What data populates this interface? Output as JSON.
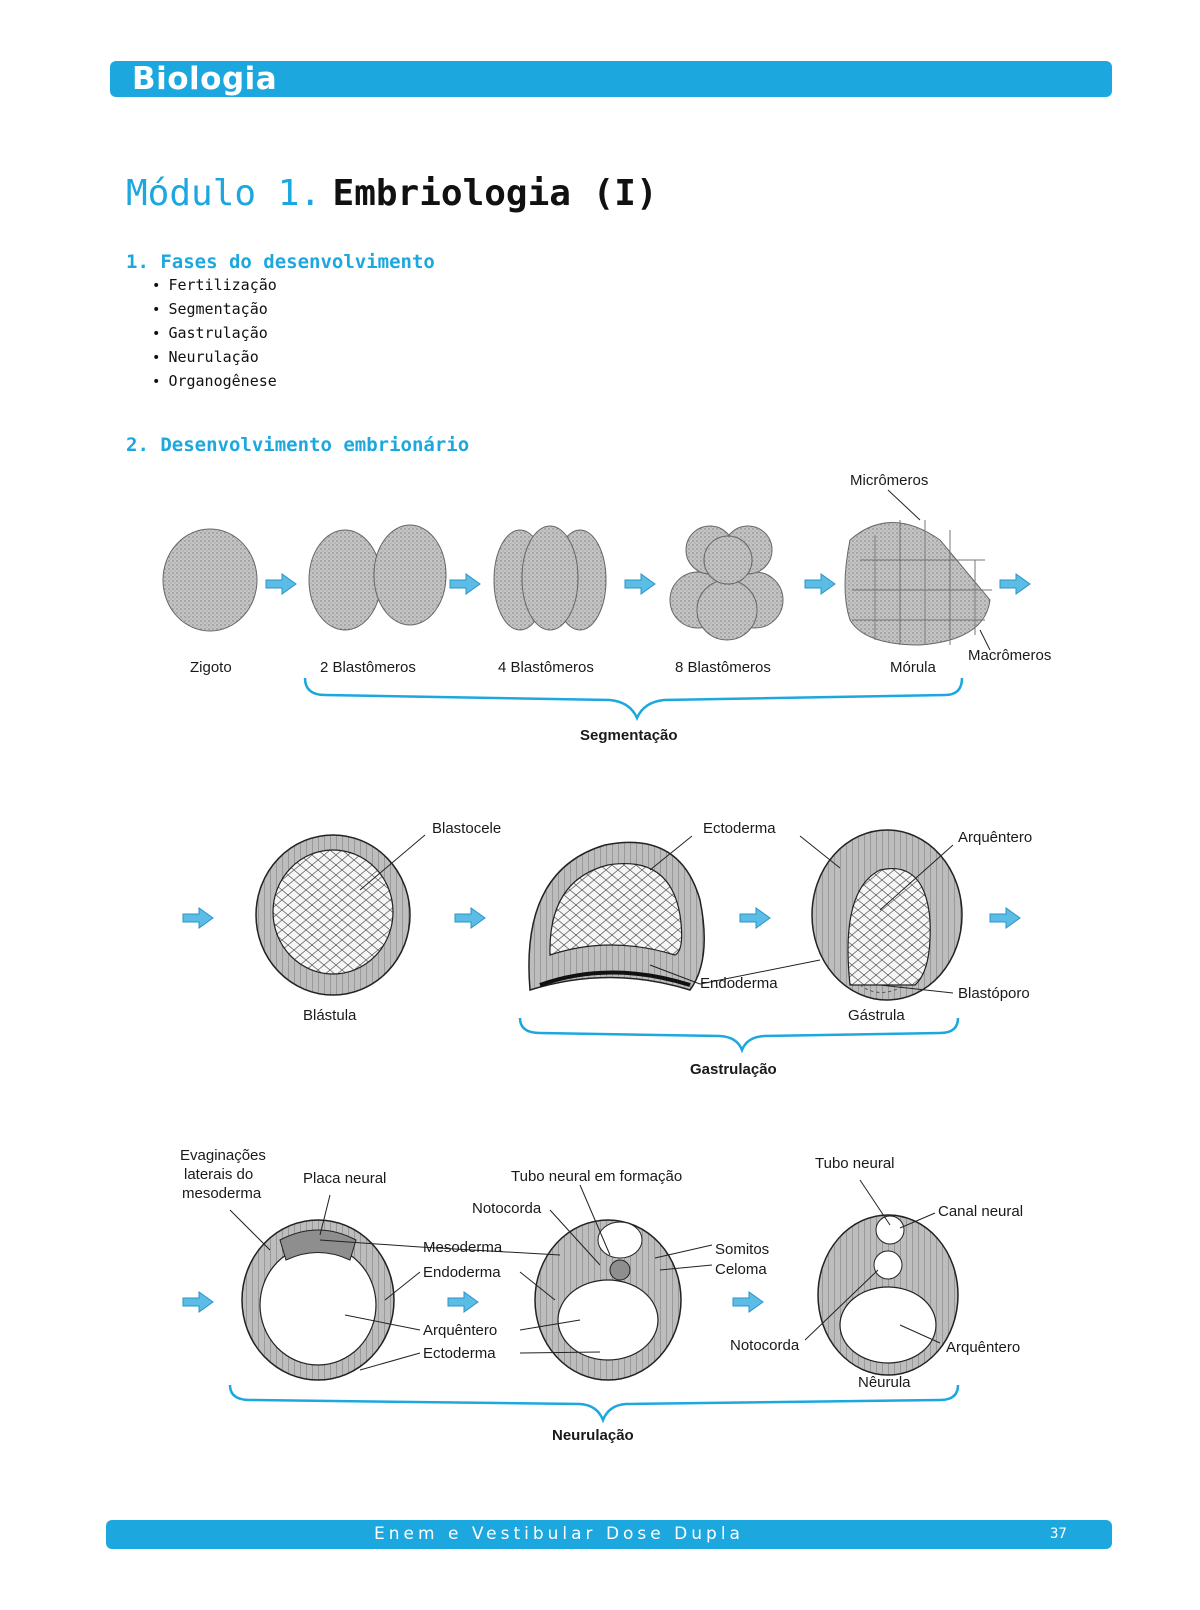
{
  "header": {
    "subject": "Biologia"
  },
  "module": {
    "number_label": "Módulo 1.",
    "name": "Embriologia (I)"
  },
  "section1": {
    "title": "1. Fases do desenvolvimento",
    "items": [
      "Fertilização",
      "Segmentação",
      "Gastrulação",
      "Neurulação",
      "Organogênese"
    ]
  },
  "section2": {
    "title": "2. Desenvolvimento embrionário"
  },
  "segmentation": {
    "stages": [
      "Zigoto",
      "2 Blastômeros",
      "4 Blastômeros",
      "8 Blastômeros",
      "Mórula"
    ],
    "micromeros": "Micrômeros",
    "macromeros": "Macrômeros",
    "brace_label": "Segmentação"
  },
  "gastrulation": {
    "blastula": "Blástula",
    "blastocele": "Blastocele",
    "ectoderma": "Ectoderma",
    "endoderma": "Endoderma",
    "arquentero": "Arquêntero",
    "blastoporo": "Blastóporo",
    "gastrula": "Gástrula",
    "brace_label": "Gastrulação"
  },
  "neurulation": {
    "evaginacoes": [
      "Evaginações",
      "laterais do",
      "mesoderma"
    ],
    "placa_neural": "Placa neural",
    "mesoderma": "Mesoderma",
    "endoderma": "Endoderma",
    "arquentero": "Arquêntero",
    "ectoderma": "Ectoderma",
    "tubo_formacao": "Tubo neural em formação",
    "notocorda": "Notocorda",
    "somitos": "Somitos",
    "celoma": "Celoma",
    "tubo_neural": "Tubo neural",
    "canal_neural": "Canal neural",
    "notocorda2": "Notocorda",
    "arquentero2": "Arquêntero",
    "neurula": "Nêurula",
    "brace_label": "Neurulação"
  },
  "footer": {
    "text": "Enem e Vestibular Dose Dupla",
    "page": "37"
  },
  "colors": {
    "accent": "#1ca8df",
    "arrow": "#5bbde6"
  }
}
